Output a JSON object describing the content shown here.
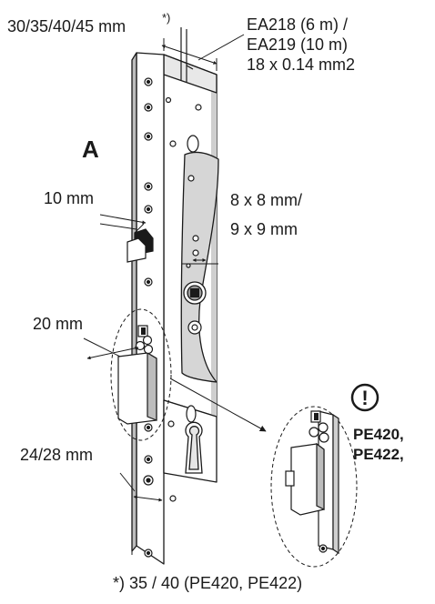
{
  "labels": {
    "backset": "30/35/40/45 mm",
    "backset_mark": "*)",
    "cable_line1": "EA218 (6 m) /",
    "cable_line2": "EA219 (10 m)",
    "cable_line3": "18 x 0.14 mm2",
    "view": "A",
    "bolt_10": "10 mm",
    "spindle_line1": "8 x 8 mm/",
    "spindle_line2": "9 x 9 mm",
    "bolt_20": "20 mm",
    "faceplate": "24/28 mm",
    "warning_symbol": "!",
    "model_1": "PE420,",
    "model_2": "PE422,",
    "footnote": "*) 35 / 40 (PE420, PE422)"
  }
}
